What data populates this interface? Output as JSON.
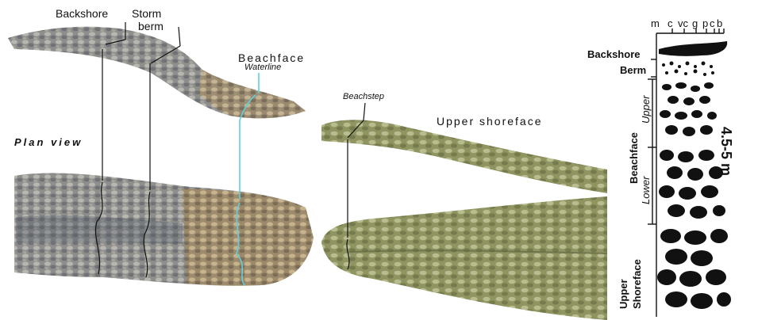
{
  "labels": {
    "backshore": "Backshore",
    "storm_berm_line1": "Storm",
    "storm_berm_line2": "berm",
    "beachface": "Beachface",
    "waterline": "Waterline",
    "plan_view": "Plan view",
    "beachstep": "Beachstep",
    "upper_shoreface": "Upper shoreface"
  },
  "log": {
    "grain_scale": [
      "m",
      "c",
      "vc",
      "g",
      "p",
      "c",
      "b"
    ],
    "zones": {
      "backshore": "Backshore",
      "berm": "Berm",
      "beachface": "Beachface",
      "upper": "Upper",
      "lower": "Lower",
      "upper_shoreface_line1": "Upper",
      "upper_shoreface_line2": "Shoreface"
    },
    "thickness": "4.5-5 m"
  },
  "colors": {
    "waterline": "#5fd0de",
    "gravel_grey": "#9a9a95",
    "gravel_tan": "#b39a72",
    "gravel_green": "#a7ad7e",
    "clast": "#111111"
  }
}
